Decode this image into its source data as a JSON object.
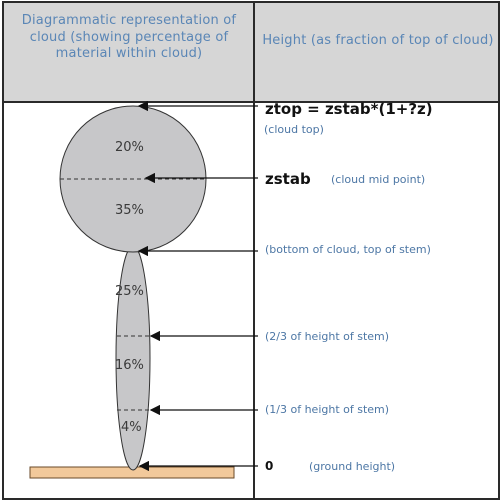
{
  "headers": {
    "left": "Diagrammatic representation of cloud (showing percentage of material within cloud)",
    "right": "Height (as fraction of top of cloud)"
  },
  "cloud_sections": [
    {
      "label": "20%"
    },
    {
      "label": "35%"
    },
    {
      "label": "25%"
    },
    {
      "label": "16%"
    },
    {
      "label": "4%"
    }
  ],
  "heights": {
    "ztop": {
      "formula": "ztop = zstab*(1+?z)",
      "note": "(cloud top)"
    },
    "zstab": {
      "label": "zstab",
      "note": "(cloud mid point)"
    },
    "bottom": {
      "note": "(bottom of cloud, top of stem)"
    },
    "two_thirds": {
      "note": "(2/3 of height of stem)"
    },
    "one_third": {
      "note": "(1/3 of height of stem)"
    },
    "ground": {
      "value": "0",
      "note": "(ground height)"
    }
  },
  "colors": {
    "cloud_fill": "#c7c7c9",
    "ground_fill": "#f2c99b",
    "header_fill": "#d6d6d6",
    "header_text": "#5a86b6"
  }
}
